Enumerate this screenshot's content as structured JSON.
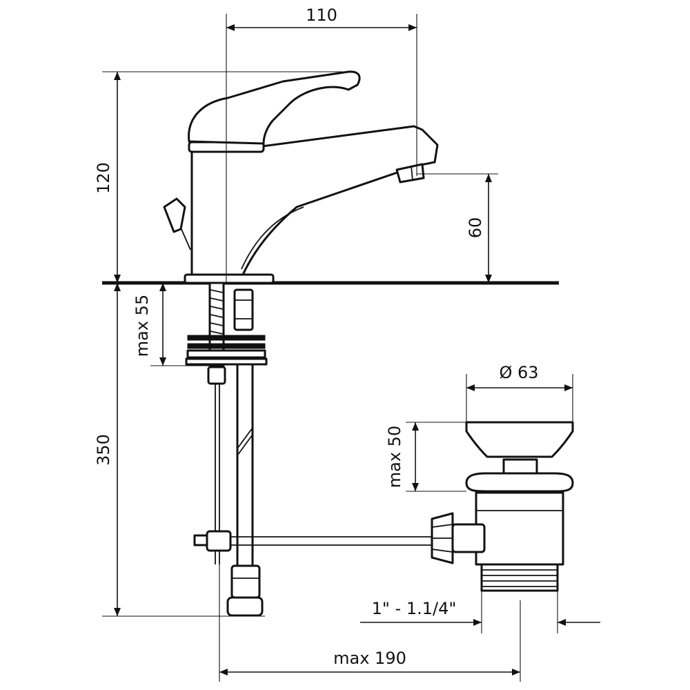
{
  "dimensions": {
    "spout_reach": "110",
    "height": "120",
    "spout_height": "60",
    "max_deck_thickness": "max 55",
    "hose_length": "350",
    "waste_diameter": "Ø 63",
    "max_waste_thickness": "max 50",
    "waste_thread": "1\" - 1.1/4\"",
    "max_pop_up_reach": "max 190"
  }
}
